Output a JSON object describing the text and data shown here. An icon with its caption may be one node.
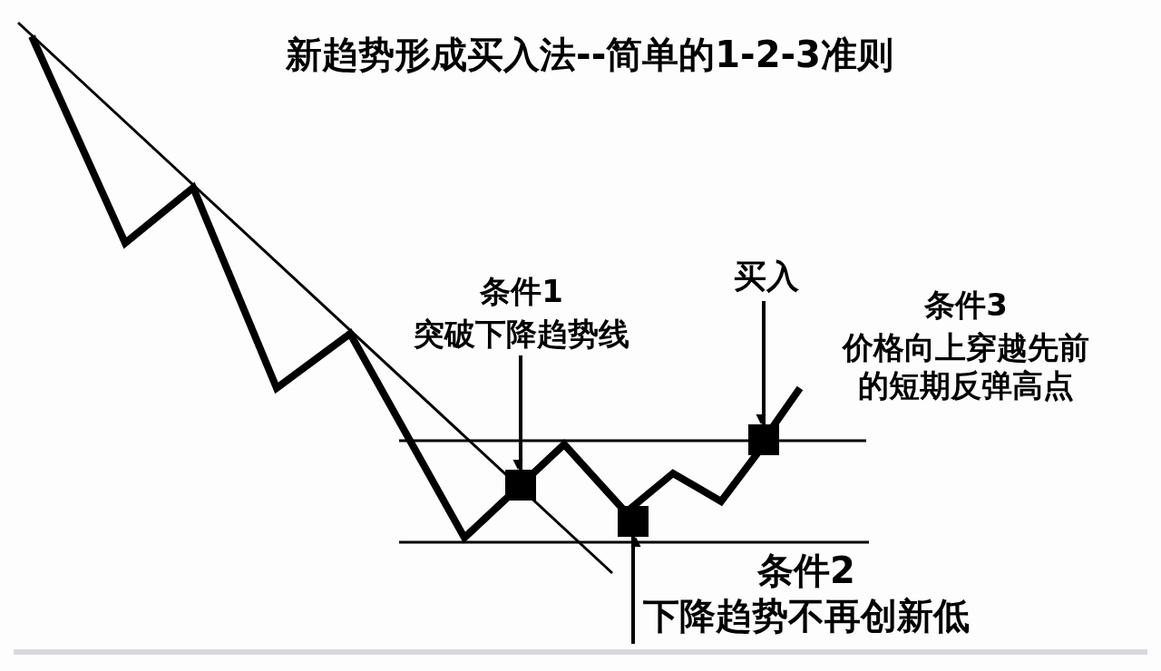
{
  "diagram": {
    "title": "新趋势形成买入法--简单的1-2-3准则",
    "nodes": [
      {
        "text": [
          "条件1",
          "突破下降趋势线"
        ]
      },
      {
        "text": [],
        "shape": "box"
      },
      {
        "text": [
          "买入"
        ]
      },
      {
        "text": [],
        "shape": "box"
      },
      {
        "text": [
          "条件2",
          "下降趋势不再创新低"
        ]
      },
      {
        "text": [],
        "shape": "box"
      }
    ],
    "edges": [
      {
        "from": 0,
        "to": 1,
        "arrow": "to"
      },
      {
        "from": 2,
        "to": 3,
        "arrow": "to"
      },
      {
        "from": 4,
        "to": 5,
        "arrow": "to"
      }
    ],
    "labels": [
      "条件3",
      "价格向上穿越先前的短期反弹高点"
    ]
  }
}
